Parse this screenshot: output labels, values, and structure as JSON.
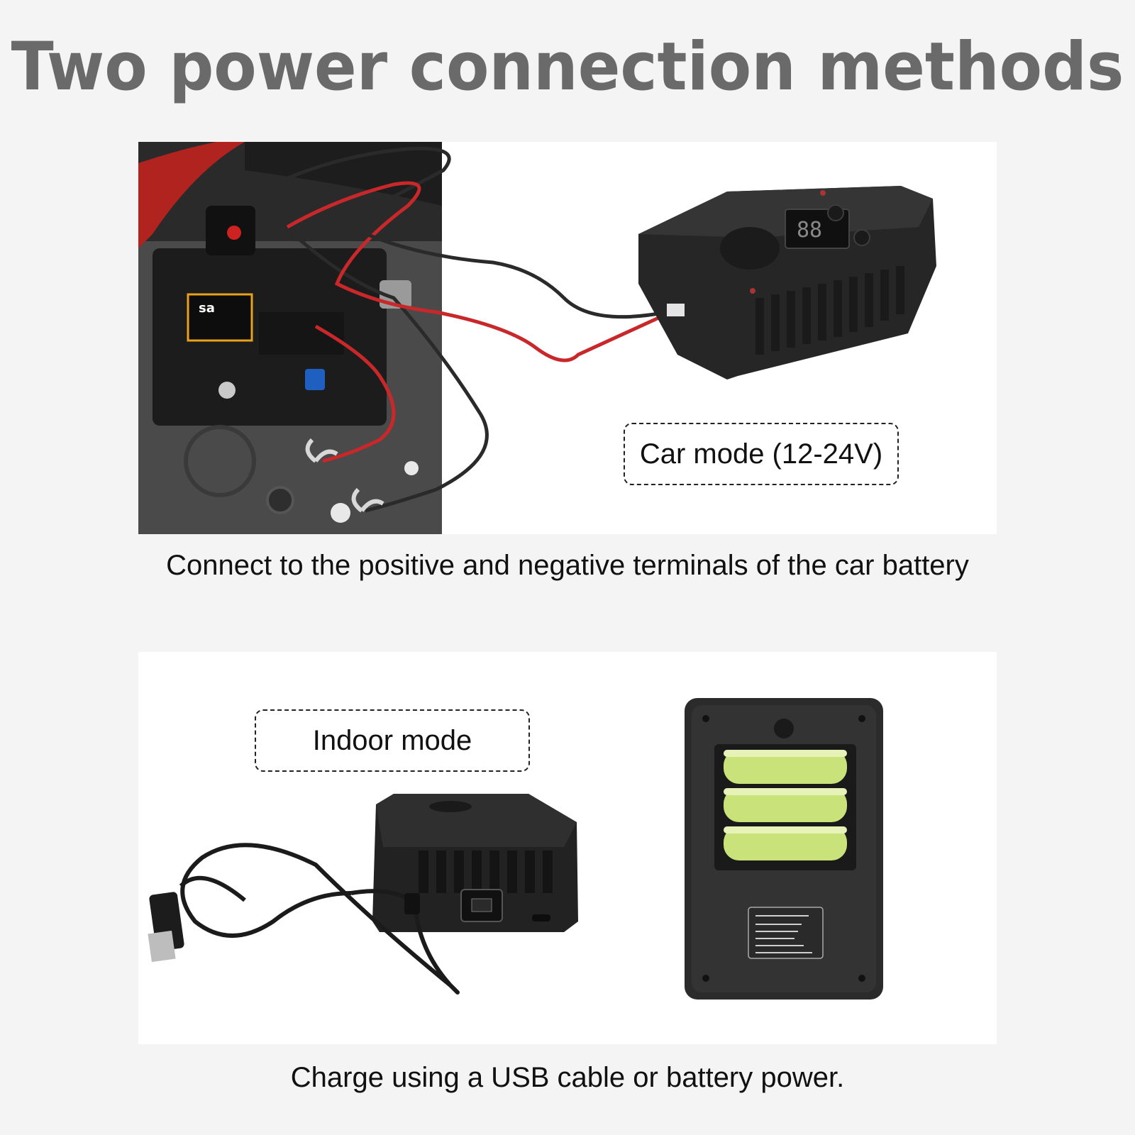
{
  "title": "Two power connection methods",
  "car_section": {
    "mode_label": "Car mode (12-24V)",
    "caption": "Connect to the positive and negative terminals of the car battery"
  },
  "indoor_section": {
    "mode_label": "Indoor mode",
    "caption": "Charge using a USB cable or battery power."
  }
}
